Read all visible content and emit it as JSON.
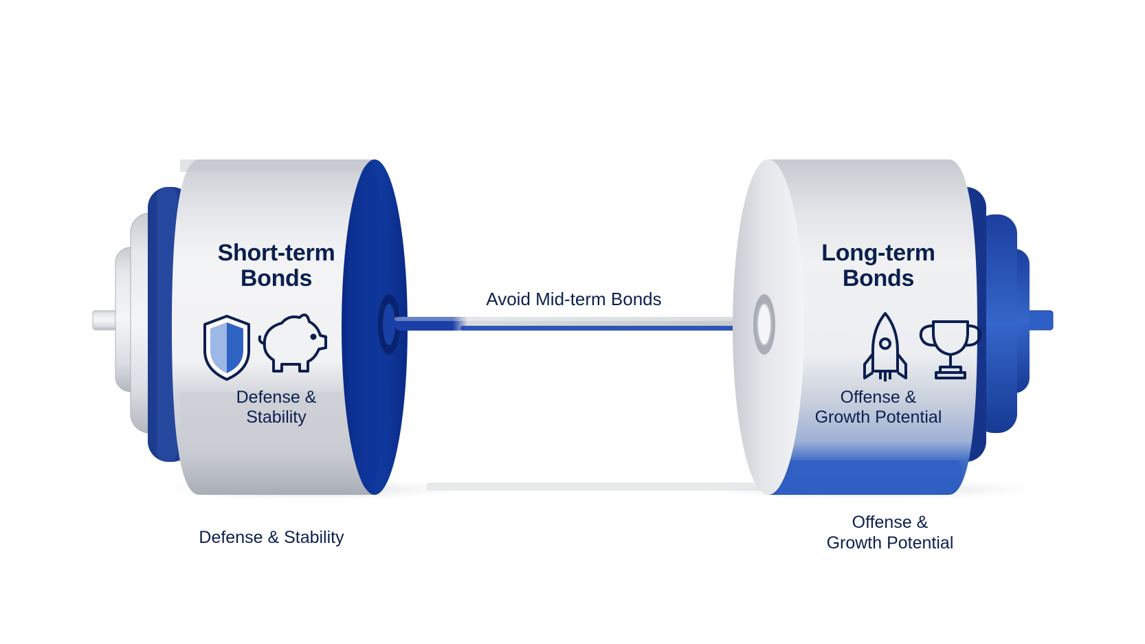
{
  "bar": {
    "label": "Avoid Mid-term Bonds"
  },
  "left_weight": {
    "title_line1": "Short-term",
    "title_line2": "Bonds",
    "icons": [
      "shield-icon",
      "piggy-bank-icon"
    ],
    "plate_caption_line1": "Defense &",
    "plate_caption_line2": "Stability",
    "below_caption": "Defense & Stability"
  },
  "right_weight": {
    "title_line1": "Long-term",
    "title_line2": "Bonds",
    "icons": [
      "rocket-icon",
      "trophy-icon"
    ],
    "plate_caption_line1": "Offense &",
    "plate_caption_line2": "Growth Potential",
    "below_caption_line1": "Offense &",
    "below_caption_line2": "Growth Potential"
  },
  "colors": {
    "navy": "#0b2f8f",
    "royal_blue": "#2a5cc0",
    "silver": "#cfd2d8",
    "text": "#0b1f4f"
  }
}
